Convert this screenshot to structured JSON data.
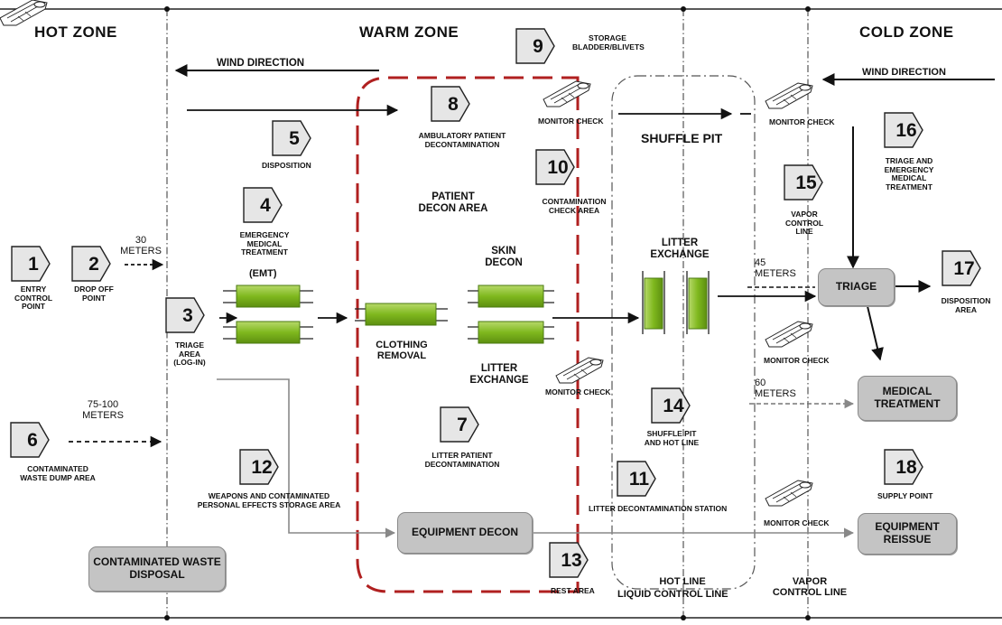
{
  "zones": {
    "hot": "HOT ZONE",
    "warm": "WARM ZONE",
    "cold": "COLD ZONE"
  },
  "wind": {
    "left": "WIND DIRECTION",
    "right": "WIND DIRECTION"
  },
  "steps": [
    {
      "n": "1",
      "label": "ENTRY CONTROL POINT"
    },
    {
      "n": "2",
      "label": "DROP OFF POINT"
    },
    {
      "n": "3",
      "label": "TRIAGE AREA (LOG-IN)"
    },
    {
      "n": "4",
      "label": "EMERGENCY MEDICAL TREATMENT"
    },
    {
      "n": "5",
      "label": "DISPOSITION"
    },
    {
      "n": "6",
      "label": "CONTAMINATED WASTE DUMP AREA"
    },
    {
      "n": "7",
      "label": "LITTER PATIENT DECONTAMINATION"
    },
    {
      "n": "8",
      "label": "AMBULATORY PATIENT DECONTAMINATION"
    },
    {
      "n": "9",
      "label": "STORAGE BLADDER/BLIVETS"
    },
    {
      "n": "10",
      "label": "CONTAMINATION CHECK AREA"
    },
    {
      "n": "11",
      "label": "LITTER DECONTAMINATION STATION"
    },
    {
      "n": "12",
      "label": "WEAPONS AND CONTAMINATED PERSONAL EFFECTS STORAGE AREA"
    },
    {
      "n": "13",
      "label": "REST AREA"
    },
    {
      "n": "14",
      "label": "SHUFFLE PIT AND HOT LINE"
    },
    {
      "n": "15",
      "label": "VAPOR CONTROL LINE"
    },
    {
      "n": "16",
      "label": "TRIAGE AND EMERGENCY MEDICAL TREATMENT"
    },
    {
      "n": "17",
      "label": "DISPOSITION AREA"
    },
    {
      "n": "18",
      "label": "SUPPLY POINT"
    }
  ],
  "labels": {
    "emt": "(EMT)",
    "patient_decon_area": "PATIENT DECON AREA",
    "skin_decon": "SKIN DECON",
    "clothing_removal": "CLOTHING REMOVAL",
    "litter_exchange_warm": "LITTER EXCHANGE",
    "litter_exchange_pit": "LITTER EXCHANGE",
    "shuffle_pit": "SHUFFLE PIT",
    "monitor_check": "MONITOR CHECK",
    "hot_line": "HOT LINE",
    "liquid_control_line": "LIQUID CONTROL LINE",
    "vapor_control_line_bottom": "VAPOR CONTROL LINE"
  },
  "distances": {
    "d30": "30 METERS",
    "d75": "75-100 METERS",
    "d45": "45 METERS",
    "d60": "60 METERS"
  },
  "boxes": {
    "triage": "TRIAGE",
    "medical_treatment": "MEDICAL TREATMENT",
    "equipment_reissue": "EQUIPMENT REISSUE",
    "equipment_decon": "EQUIPMENT DECON",
    "contaminated_waste_disposal": "CONTAMINATED WASTE DISPOSAL"
  }
}
